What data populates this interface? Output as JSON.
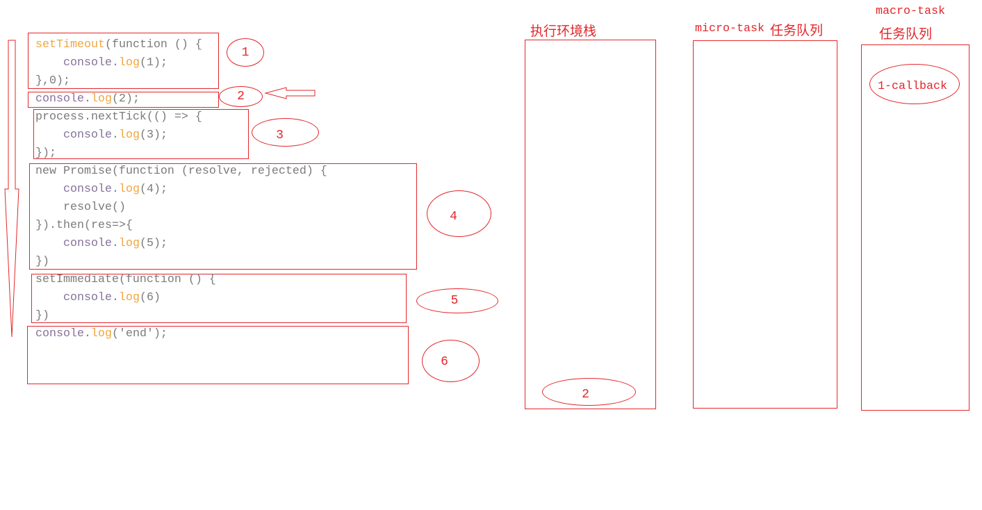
{
  "colors": {
    "annotation": "#e3262a",
    "code_plain": "#7b7b7b",
    "code_object": "#87719b",
    "code_method": "#f0a63f",
    "background": "#ffffff"
  },
  "icons": {
    "execution_order_arrow": "arrow-down",
    "current_step_pointer": "arrow-left"
  },
  "code_blocks": [
    {
      "step": "1",
      "lines": [
        [
          {
            "text": "setTimeout",
            "color": "#f0a63f"
          },
          {
            "text": "(function () {",
            "color": "#7b7b7b"
          }
        ],
        [
          {
            "text": "    console.",
            "color": "#87719b"
          },
          {
            "text": "log",
            "color": "#f0a63f"
          },
          {
            "text": "(1);",
            "color": "#7b7b7b"
          }
        ],
        [
          {
            "text": "},0);",
            "color": "#7b7b7b"
          }
        ]
      ]
    },
    {
      "step": "2",
      "lines": [
        [
          {
            "text": "console.",
            "color": "#87719b"
          },
          {
            "text": "log",
            "color": "#f0a63f"
          },
          {
            "text": "(2);",
            "color": "#7b7b7b"
          }
        ]
      ]
    },
    {
      "step": "3",
      "lines": [
        [
          {
            "text": "process.nextTick(() => {",
            "color": "#7b7b7b"
          }
        ],
        [
          {
            "text": "    console.",
            "color": "#87719b"
          },
          {
            "text": "log",
            "color": "#f0a63f"
          },
          {
            "text": "(3);",
            "color": "#7b7b7b"
          }
        ],
        [
          {
            "text": "});",
            "color": "#7b7b7b"
          }
        ]
      ]
    },
    {
      "step": "4",
      "lines": [
        [
          {
            "text": "new Promise(function (resolve, rejected) {",
            "color": "#7b7b7b"
          }
        ],
        [
          {
            "text": "    console.",
            "color": "#87719b"
          },
          {
            "text": "log",
            "color": "#f0a63f"
          },
          {
            "text": "(4);",
            "color": "#7b7b7b"
          }
        ],
        [
          {
            "text": "    resolve()",
            "color": "#7b7b7b"
          }
        ],
        [
          {
            "text": "}).then(res=>{",
            "color": "#7b7b7b"
          }
        ],
        [
          {
            "text": "    console.",
            "color": "#87719b"
          },
          {
            "text": "log",
            "color": "#f0a63f"
          },
          {
            "text": "(5);",
            "color": "#7b7b7b"
          }
        ],
        [
          {
            "text": "})",
            "color": "#7b7b7b"
          }
        ]
      ]
    },
    {
      "step": "5",
      "lines": [
        [
          {
            "text": "setImmediate(function () {",
            "color": "#7b7b7b"
          }
        ],
        [
          {
            "text": "    console.",
            "color": "#87719b"
          },
          {
            "text": "log",
            "color": "#f0a63f"
          },
          {
            "text": "(6)",
            "color": "#7b7b7b"
          }
        ],
        [
          {
            "text": "})",
            "color": "#7b7b7b"
          }
        ]
      ]
    },
    {
      "step": "6",
      "lines": [
        [
          {
            "text": "console.",
            "color": "#87719b"
          },
          {
            "text": "log",
            "color": "#f0a63f"
          },
          {
            "text": "('end');",
            "color": "#7b7b7b"
          }
        ]
      ]
    }
  ],
  "panels": {
    "execution_stack": {
      "title": "执行环境栈",
      "items": [
        "2"
      ]
    },
    "micro_task_queue": {
      "title_en": "micro-task",
      "title_zh": "任务队列",
      "items": []
    },
    "macro_task_queue": {
      "title_en": "macro-task",
      "title_zh": "任务队列",
      "items": [
        "1-callback"
      ]
    }
  }
}
